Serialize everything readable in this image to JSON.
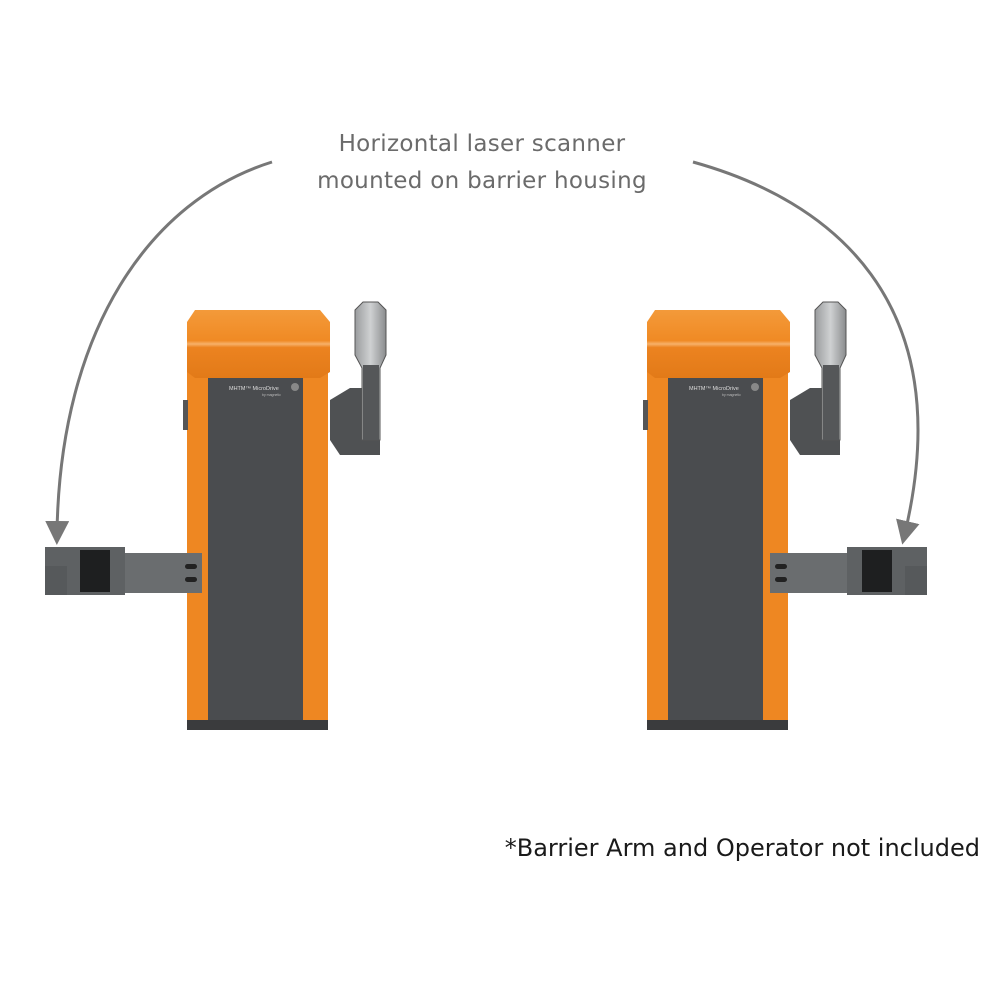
{
  "caption": {
    "line1": "Horizontal laser scanner",
    "line2": "mounted on barrier housing"
  },
  "footnote": "*Barrier Arm and Operator not included",
  "product_label": {
    "brand": "MHTM™ MicroDrive",
    "sub": "by magnetic"
  },
  "colors": {
    "housing": "#f08a24",
    "panel": "#4a4c4f",
    "scanner": "#5e6163",
    "arrow": "#777777",
    "caption": "#6b6b6b"
  }
}
